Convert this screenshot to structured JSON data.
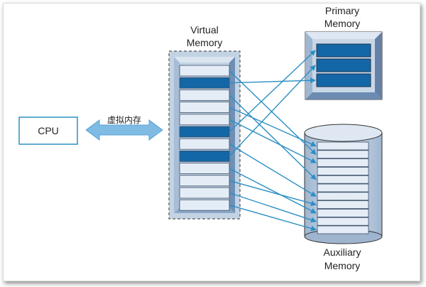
{
  "labels": {
    "cpu": "CPU",
    "arrow_label": "虚拟内存",
    "virtual_line1": "Virtual",
    "virtual_line2": "Memory",
    "primary_line1": "Primary",
    "primary_line2": "Memory",
    "auxiliary_line1": "Auxiliary",
    "auxiliary_line2": "Memory"
  },
  "colors": {
    "dark_block": "#1467a6",
    "light_block": "#e4ecf6",
    "arrow": "#2a8fc4",
    "panel_fill": "#c8d6e6",
    "panel_side": "#7e9cbf"
  },
  "virtual_memory": {
    "pages": [
      "light",
      "dark",
      "light",
      "light",
      "light",
      "dark",
      "light",
      "dark",
      "light",
      "light",
      "light",
      "light"
    ]
  },
  "primary_memory": {
    "frames": 3
  },
  "auxiliary_memory": {
    "blocks": 11
  }
}
